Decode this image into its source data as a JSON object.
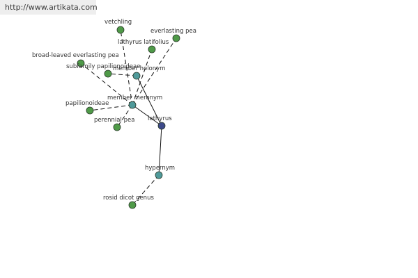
{
  "banner": {
    "url_text": "http://www.artikata.com"
  },
  "colors": {
    "center_node": "#3d4a8a",
    "relation_node": "#4f9a9a",
    "leaf_node": "#4f9a48",
    "node_stroke": "#2a3a2a",
    "edge": "#111111",
    "label": "#333333"
  },
  "graph": {
    "nodes": [
      {
        "id": "lathyrus",
        "label": "lathyrus",
        "kind": "center"
      },
      {
        "id": "hypernym",
        "label": "hypernym",
        "kind": "relation"
      },
      {
        "id": "member-meronym",
        "label": "member meronym",
        "kind": "relation"
      },
      {
        "id": "member-holonym",
        "label": "member holonym",
        "kind": "relation"
      },
      {
        "id": "rosid-dicot-genus",
        "label": "rosid dicot genus",
        "kind": "leaf"
      },
      {
        "id": "vetchling",
        "label": "vetchling",
        "kind": "leaf"
      },
      {
        "id": "everlasting-pea",
        "label": "everlasting pea",
        "kind": "leaf"
      },
      {
        "id": "lathyrus-latifolius",
        "label": "lathyrus latifolius",
        "kind": "leaf"
      },
      {
        "id": "broad-leaved-everlasting-pea",
        "label": "broad-leaved everlasting pea",
        "kind": "leaf"
      },
      {
        "id": "subfamily-papilionoideae",
        "label": "subfamily papilionoideae",
        "kind": "leaf"
      },
      {
        "id": "papilionoideae",
        "label": "papilionoideae",
        "kind": "leaf"
      },
      {
        "id": "perennial-pea",
        "label": "perennial pea",
        "kind": "leaf"
      }
    ],
    "edges": [
      {
        "from": "lathyrus",
        "to": "hypernym",
        "style": "solid"
      },
      {
        "from": "lathyrus",
        "to": "member-meronym",
        "style": "solid"
      },
      {
        "from": "lathyrus",
        "to": "member-holonym",
        "style": "solid"
      },
      {
        "from": "hypernym",
        "to": "rosid-dicot-genus",
        "style": "dashed"
      },
      {
        "from": "member-meronym",
        "to": "vetchling",
        "style": "dashed"
      },
      {
        "from": "member-meronym",
        "to": "papilionoideae",
        "style": "dashed"
      },
      {
        "from": "member-meronym",
        "to": "broad-leaved-everlasting-pea",
        "style": "dashed"
      },
      {
        "from": "member-meronym",
        "to": "perennial-pea",
        "style": "dashed"
      },
      {
        "from": "member-meronym",
        "to": "everlasting-pea",
        "style": "dashed"
      },
      {
        "from": "member-meronym",
        "to": "lathyrus-latifolius",
        "style": "dashed"
      },
      {
        "from": "member-holonym",
        "to": "subfamily-papilionoideae",
        "style": "dashed"
      }
    ]
  }
}
